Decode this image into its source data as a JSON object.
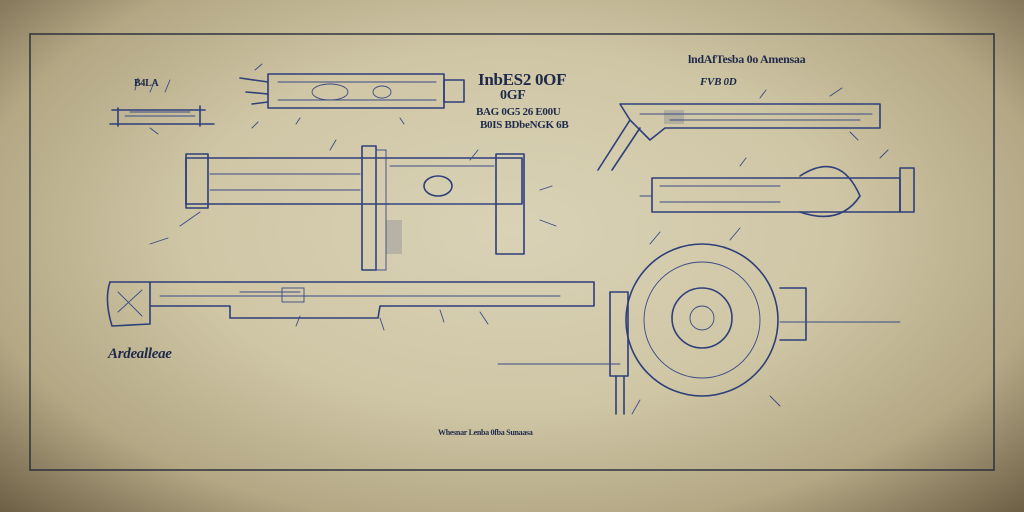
{
  "sheet": {
    "title": "lndAfTesba 0o Amensaa",
    "subtitle": "FVB 0D",
    "heading": {
      "line1": "InbES2 0OF",
      "line2": "0GF"
    },
    "caption": {
      "line1": "BAG 0G5 26 E00U",
      "line2": "B0IS BDbeNGK 6B"
    },
    "small_label": "B4LA",
    "signature": "Ardealleae",
    "footer": "Whesnar Lenba 0fba Sunaasa"
  },
  "colors": {
    "paper": "#cfc6a5",
    "ink": "#2e3f7a",
    "frame": "#262a3a"
  }
}
